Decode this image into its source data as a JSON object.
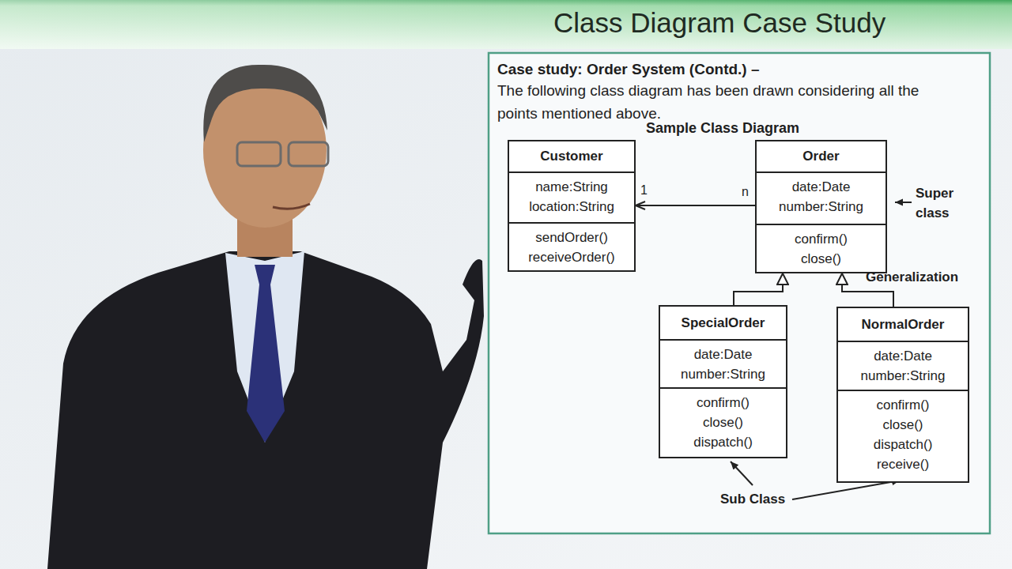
{
  "diagram": {
    "title": "Class Diagram Case Study",
    "nodes": [
      {
        "text": [
          "Customer",
          "name:String location:String",
          "sendOrder() receiveOrder()"
        ]
      },
      {
        "text": [
          "Order",
          "date:Date number:String",
          "confirm() close()"
        ]
      },
      {
        "text": [
          "SpecialOrder",
          "date:Date number:String",
          "confirm() close() dispatch()"
        ]
      },
      {
        "text": [
          "NormalOrder",
          "date:Date number:String",
          "confirm() close() dispatch() receive()"
        ]
      }
    ],
    "edges": [
      {
        "from": 1,
        "to": 0,
        "arrow": "to"
      },
      {
        "from": 2,
        "to": 1,
        "arrow": "to"
      },
      {
        "from": 3,
        "to": 1,
        "arrow": "to"
      }
    ],
    "labels": [
      "Case study: Order System (Contd.) –",
      "The following class diagram has been drawn considering all the points mentioned above.",
      "Sample Class Diagram",
      "1",
      "n",
      "Super class",
      "Generalization",
      "Sub Class"
    ]
  }
}
